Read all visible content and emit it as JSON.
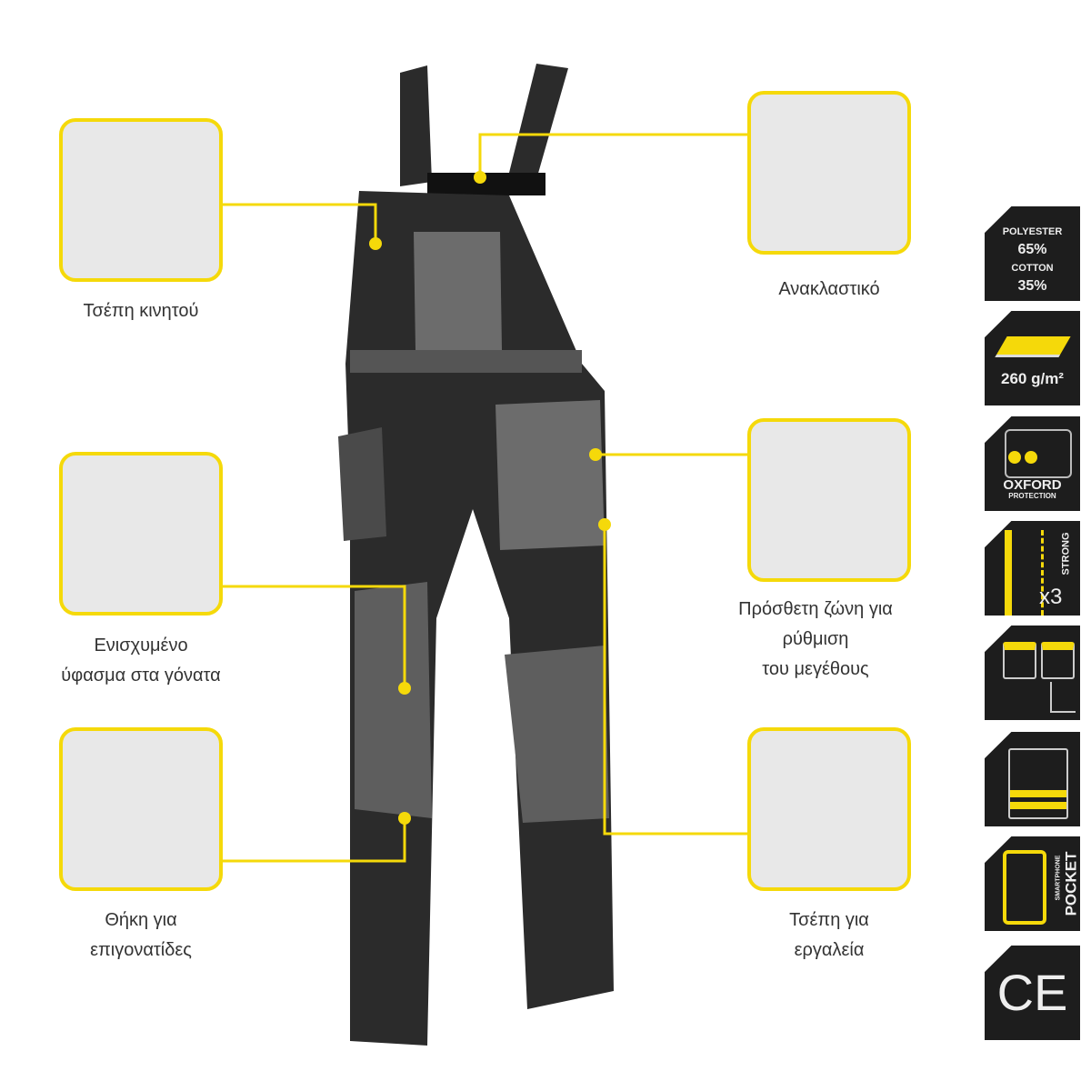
{
  "features_left": [
    {
      "caption": [
        "Τσέπη κινητού"
      ]
    },
    {
      "caption": [
        "Ενισχυμένο",
        "ύφασμα στα γόνατα"
      ]
    },
    {
      "caption": [
        "Θήκη για",
        "επιγονατίδες"
      ]
    }
  ],
  "features_right": [
    {
      "caption": [
        "Ανακλαστικό"
      ]
    },
    {
      "caption": [
        "Πρόσθετη ζώνη για",
        "ρύθμιση",
        "του μεγέθους"
      ]
    },
    {
      "caption": [
        "Τσέπη για",
        "εργαλεία"
      ]
    }
  ],
  "badges": {
    "material": {
      "l1": "POLYESTER",
      "v1": "65%",
      "l2": "COTTON",
      "v2": "35%"
    },
    "weight": {
      "value": "260 g/m²"
    },
    "oxford": {
      "l1": "OXFORD",
      "l2": "PROTECTION"
    },
    "strong": {
      "mult": "x3",
      "label": "STRONG"
    },
    "pocket": {
      "l1": "SMARTPHONE",
      "l2": "POCKET"
    },
    "ce": {
      "label": "CE"
    }
  },
  "colors": {
    "accent": "#f5d90a",
    "tile": "#1d1d1d"
  }
}
